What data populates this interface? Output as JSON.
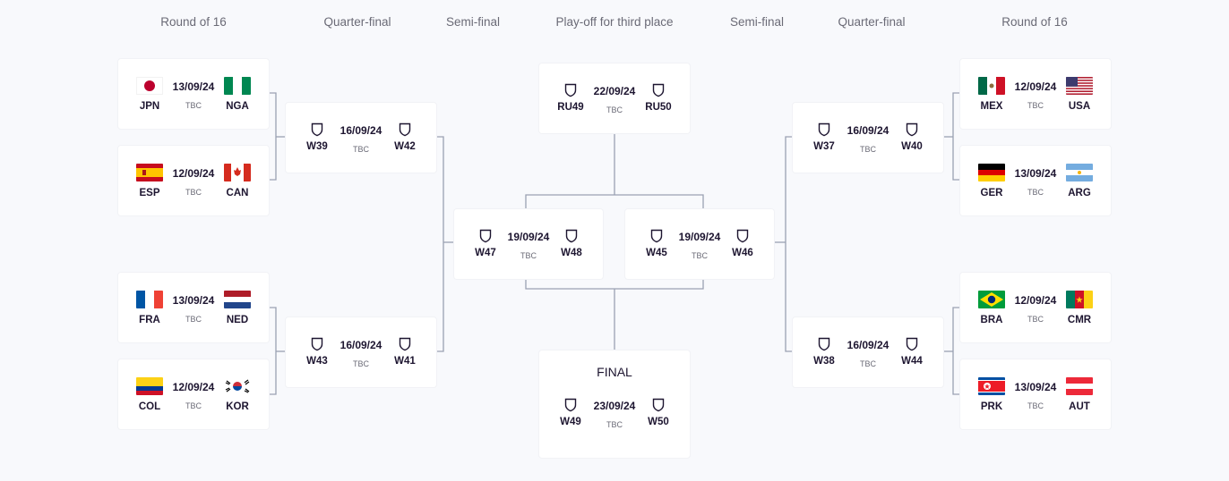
{
  "headers": [
    "Round of 16",
    "Quarter-final",
    "Semi-final",
    "Play-off for third place",
    "Semi-final",
    "Quarter-final",
    "Round of 16"
  ],
  "matches": [
    {
      "id": "r16-1",
      "home": "JPN",
      "away": "NGA",
      "home_flag": "japan",
      "away_flag": "nigeria",
      "date": "13/09/24",
      "venue": "TBC"
    },
    {
      "id": "r16-2",
      "home": "ESP",
      "away": "CAN",
      "home_flag": "spain",
      "away_flag": "canada",
      "date": "12/09/24",
      "venue": "TBC"
    },
    {
      "id": "r16-3",
      "home": "FRA",
      "away": "NED",
      "home_flag": "france",
      "away_flag": "netherlands",
      "date": "13/09/24",
      "venue": "TBC"
    },
    {
      "id": "r16-4",
      "home": "COL",
      "away": "KOR",
      "home_flag": "colombia",
      "away_flag": "korea",
      "date": "12/09/24",
      "venue": "TBC"
    },
    {
      "id": "qf-1",
      "home": "W39",
      "away": "W42",
      "date": "16/09/24",
      "venue": "TBC"
    },
    {
      "id": "qf-2",
      "home": "W43",
      "away": "W41",
      "date": "16/09/24",
      "venue": "TBC"
    },
    {
      "id": "sf-1",
      "home": "W47",
      "away": "W48",
      "date": "19/09/24",
      "venue": "TBC"
    },
    {
      "id": "third",
      "home": "RU49",
      "away": "RU50",
      "date": "22/09/24",
      "venue": "TBC"
    },
    {
      "id": "final",
      "title": "FINAL",
      "home": "W49",
      "away": "W50",
      "date": "23/09/24",
      "venue": "TBC"
    },
    {
      "id": "sf-2",
      "home": "W45",
      "away": "W46",
      "date": "19/09/24",
      "venue": "TBC"
    },
    {
      "id": "qf-3",
      "home": "W37",
      "away": "W40",
      "date": "16/09/24",
      "venue": "TBC"
    },
    {
      "id": "qf-4",
      "home": "W38",
      "away": "W44",
      "date": "16/09/24",
      "venue": "TBC"
    },
    {
      "id": "r16-5",
      "home": "MEX",
      "away": "USA",
      "home_flag": "mexico",
      "away_flag": "usa",
      "date": "12/09/24",
      "venue": "TBC"
    },
    {
      "id": "r16-6",
      "home": "GER",
      "away": "ARG",
      "home_flag": "germany",
      "away_flag": "argentina",
      "date": "13/09/24",
      "venue": "TBC"
    },
    {
      "id": "r16-7",
      "home": "BRA",
      "away": "CMR",
      "home_flag": "brazil",
      "away_flag": "cameroon",
      "date": "12/09/24",
      "venue": "TBC"
    },
    {
      "id": "r16-8",
      "home": "PRK",
      "away": "AUT",
      "home_flag": "north-korea",
      "away_flag": "austria",
      "date": "13/09/24",
      "venue": "TBC"
    }
  ],
  "colors": {
    "line": "#9aa1b2",
    "card": "#ffffff",
    "bg": "#f8f9fc",
    "text": "#1d1530",
    "muted": "#6a6a76"
  },
  "icons": {
    "placeholder_team": "shield-icon"
  }
}
